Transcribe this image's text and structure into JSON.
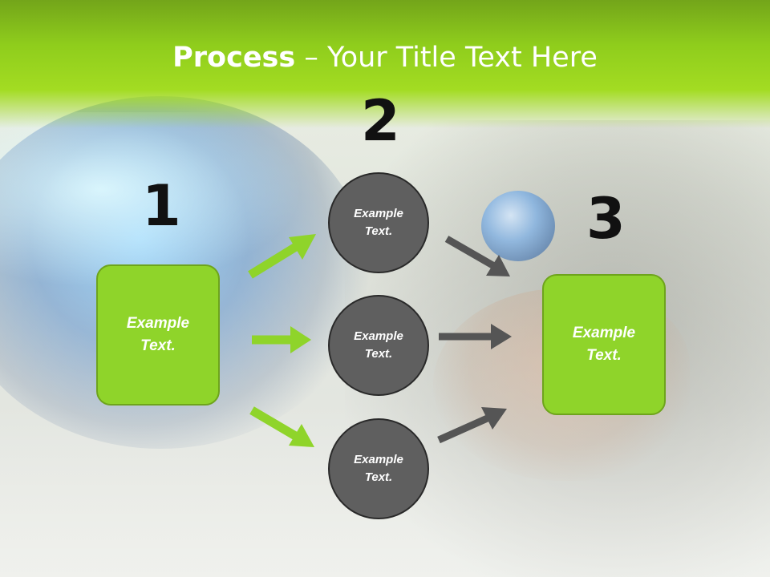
{
  "title": {
    "bold": "Process",
    "rest": " – Your Title Text Here"
  },
  "steps": [
    {
      "number": "1",
      "text": "Example Text."
    },
    {
      "number": "2",
      "text": ""
    },
    {
      "number": "3",
      "text": "Example Text."
    }
  ],
  "circles": [
    {
      "text": "Example Text."
    },
    {
      "text": "Example Text."
    },
    {
      "text": "Example Text."
    }
  ],
  "colors": {
    "green": "#8fd42a",
    "green_border": "#6ea41c",
    "circle": "#5f5f5f",
    "dark_arrow": "#555555"
  }
}
